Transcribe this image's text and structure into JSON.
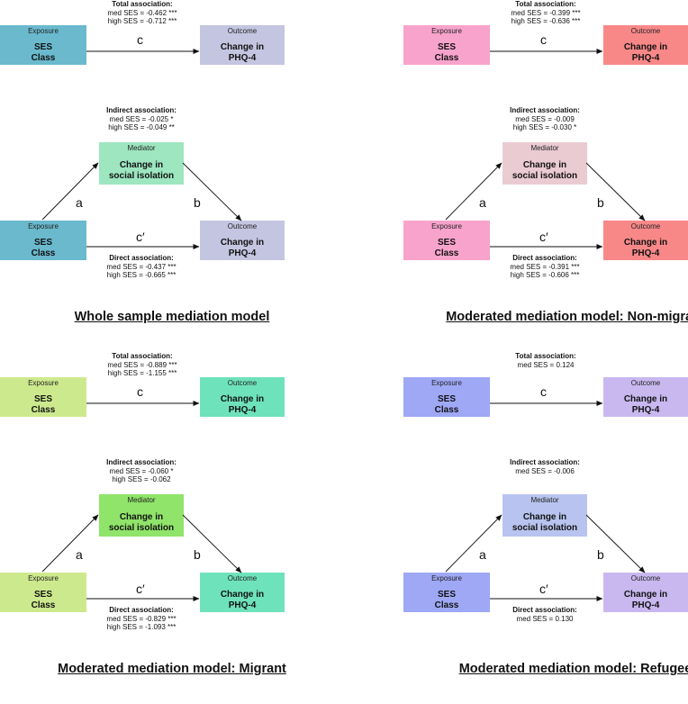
{
  "panels": [
    {
      "title": "Whole sample mediation model",
      "colors": {
        "exposure": "#6ab9cd",
        "outcome": "#c4c5e0",
        "mediator": "#9de6c0"
      },
      "exposure": {
        "label": "Exposure",
        "main": [
          "SES",
          "Class"
        ]
      },
      "outcome": {
        "label": "Outcome",
        "main": [
          "Change in",
          "PHQ-4"
        ]
      },
      "mediator": {
        "label": "Mediator",
        "main": [
          "Change in",
          "social isolation"
        ]
      },
      "total": {
        "head": "Total association:",
        "lines": [
          "med SES = -0.462 ***",
          "high SES = -0.712 ***"
        ]
      },
      "indirect": {
        "head": "Indirect association:",
        "lines": [
          "med SES = -0.025 *",
          "high SES = -0.049 **"
        ]
      },
      "direct": {
        "head": "Direct association:",
        "lines": [
          "med SES = -0.437 ***",
          "high SES = -0.665 ***"
        ]
      },
      "paths": {
        "c": "c",
        "a": "a",
        "b": "b",
        "cprime": "c′"
      }
    },
    {
      "title": "Moderated mediation model: Non-migrant",
      "colors": {
        "exposure": "#f8a3cc",
        "outcome": "#f88888",
        "mediator": "#eacbd2"
      },
      "exposure": {
        "label": "Exposure",
        "main": [
          "SES",
          "Class"
        ]
      },
      "outcome": {
        "label": "Outcome",
        "main": [
          "Change in",
          "PHQ-4"
        ]
      },
      "mediator": {
        "label": "Mediator",
        "main": [
          "Change in",
          "social isolation"
        ]
      },
      "total": {
        "head": "Total association:",
        "lines": [
          "med SES = -0.399 ***",
          "high SES = -0.636 ***"
        ]
      },
      "indirect": {
        "head": "Indirect association:",
        "lines": [
          "med SES = -0.009",
          "high SES = -0.030 *"
        ]
      },
      "direct": {
        "head": "Direct association:",
        "lines": [
          "med SES = -0.391 ***",
          "high SES = -0.606 ***"
        ]
      },
      "paths": {
        "c": "c",
        "a": "a",
        "b": "b",
        "cprime": "c′"
      }
    },
    {
      "title": "Moderated mediation model: Migrant",
      "colors": {
        "exposure": "#cde98e",
        "outcome": "#6ee2bb",
        "mediator": "#90e46a"
      },
      "exposure": {
        "label": "Exposure",
        "main": [
          "SES",
          "Class"
        ]
      },
      "outcome": {
        "label": "Outcome",
        "main": [
          "Change in",
          "PHQ-4"
        ]
      },
      "mediator": {
        "label": "Mediator",
        "main": [
          "Change in",
          "social isolation"
        ]
      },
      "total": {
        "head": "Total association:",
        "lines": [
          "med SES = -0.889 ***",
          "high SES = -1.155 ***"
        ]
      },
      "indirect": {
        "head": "Indirect association:",
        "lines": [
          "med SES = -0.060 *",
          "high SES = -0.062"
        ]
      },
      "direct": {
        "head": "Direct association:",
        "lines": [
          "med SES = -0.829 ***",
          "high SES = -1.093 ***"
        ]
      },
      "paths": {
        "c": "c",
        "a": "a",
        "b": "b",
        "cprime": "c′"
      }
    },
    {
      "title": "Moderated mediation model: Refugee",
      "colors": {
        "exposure": "#9ea8f5",
        "outcome": "#c8b8ef",
        "mediator": "#b8c4ef"
      },
      "exposure": {
        "label": "Exposure",
        "main": [
          "SES",
          "Class"
        ]
      },
      "outcome": {
        "label": "Outcome",
        "main": [
          "Change in",
          "PHQ-4"
        ]
      },
      "mediator": {
        "label": "Mediator",
        "main": [
          "Change in",
          "social isolation"
        ]
      },
      "total": {
        "head": "Total association:",
        "lines": [
          "med SES = 0.124"
        ]
      },
      "indirect": {
        "head": "Indirect association:",
        "lines": [
          "med SES = -0.006"
        ]
      },
      "direct": {
        "head": "Direct association:",
        "lines": [
          "med SES = 0.130"
        ]
      },
      "paths": {
        "c": "c",
        "a": "a",
        "b": "b",
        "cprime": "c′"
      }
    }
  ]
}
